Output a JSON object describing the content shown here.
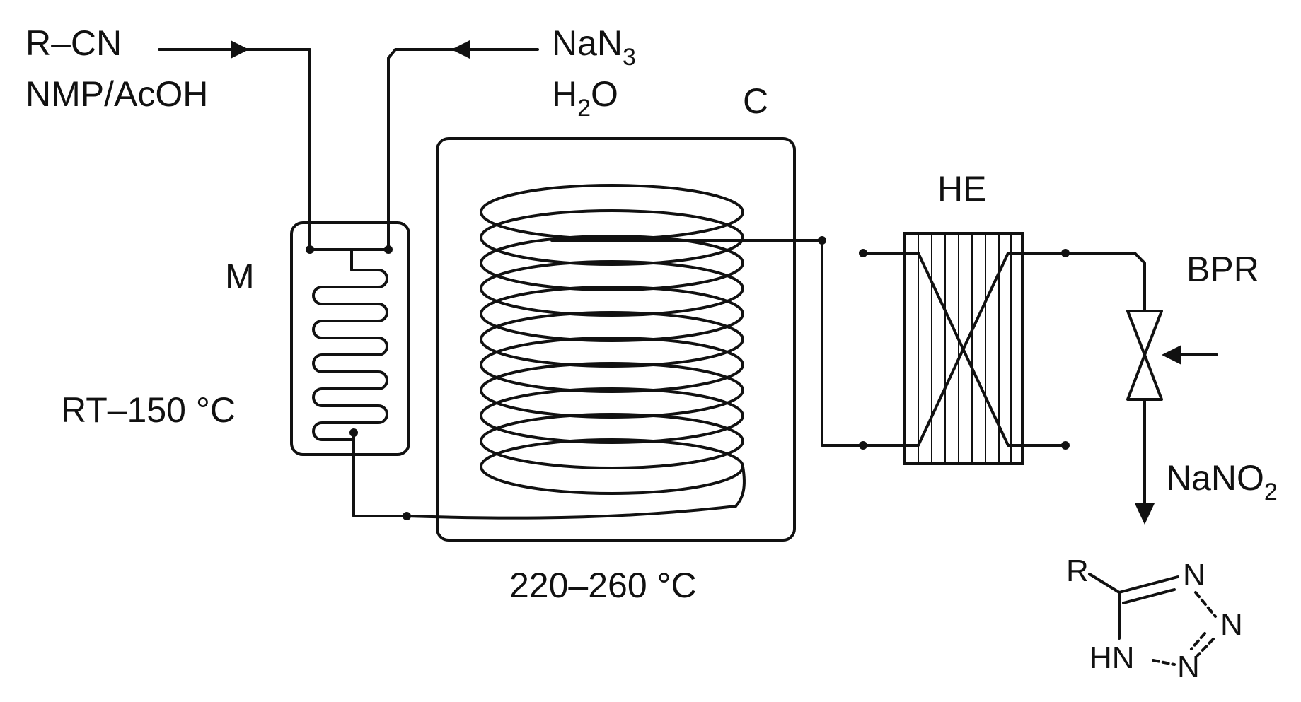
{
  "feed_left": {
    "line1": "R–CN",
    "line2": "NMP/AcOH"
  },
  "feed_right": {
    "line1_main": "NaN",
    "line1_sub": "3",
    "line2_pre": "H",
    "line2_sub": "2",
    "line2_post": "O"
  },
  "labels": {
    "coil": "C",
    "mixer": "M",
    "mixer_temp": "RT–150 °C",
    "coil_temp": "220–260 °C",
    "heat_exchanger": "HE",
    "bpr": "BPR",
    "quench_main": "NaNO",
    "quench_sub": "2"
  },
  "product": {
    "substituent": "R",
    "n_top": "N",
    "n_right": "N",
    "n_bottom": "N",
    "nh": "HN"
  }
}
